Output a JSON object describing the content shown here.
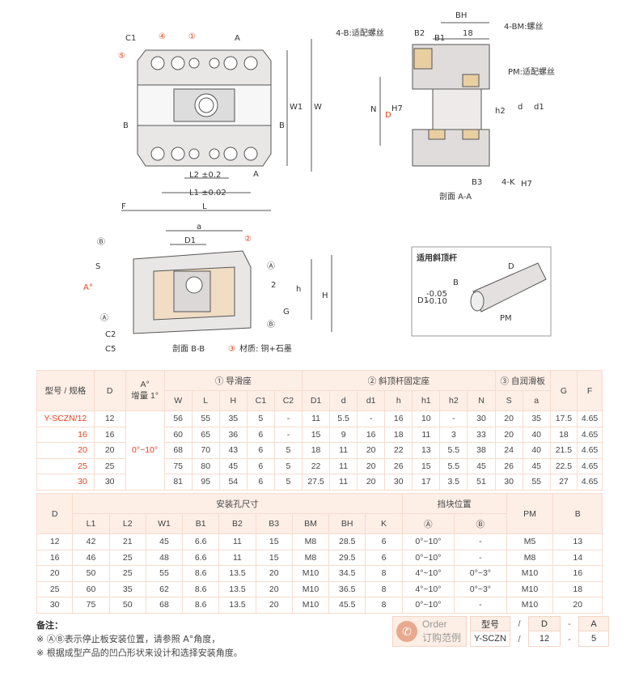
{
  "drawing_top": {
    "labels": {
      "c1": "C1",
      "n4": "④",
      "n1": "①",
      "a_top": "A",
      "n5": "⑤",
      "b_left": "B",
      "b_right": "B",
      "w1": "W1",
      "w": "W",
      "l2": "L2 ±0.2",
      "l1": "L1 ±0.02",
      "a_bottom": "A",
      "f": "F",
      "l": "L"
    }
  },
  "drawing_section_aa": {
    "labels": {
      "bolt_b": "4-B:适配螺丝",
      "b2": "B2",
      "b1": "B1",
      "bh": "BH",
      "dim18": "18",
      "bolt_bm": "4-BM:螺丝",
      "pm": "PM:适配螺丝",
      "n": "N",
      "dh7": "D",
      "h7": "H7",
      "h2": "h2",
      "d": "d",
      "d1": "d1",
      "b3": "B3",
      "k": "4-K",
      "kh7": "H7",
      "caption": "剖面 A-A"
    }
  },
  "drawing_section_bb": {
    "labels": {
      "a": "a",
      "d1": "D1",
      "n2": "②",
      "cb_top": "Ⓑ",
      "s": "S",
      "angle": "A°",
      "ca_left": "Ⓐ",
      "c2": "C2",
      "c5": "C5",
      "ca_right": "Ⓐ",
      "dim2": "2",
      "h": "h",
      "H": "H",
      "g": "G",
      "cb_right": "Ⓑ",
      "caption": "剖面 B-B",
      "n3": "③",
      "material": "材质: 铜+石墨"
    }
  },
  "inset": {
    "title": "适用斜顶杆",
    "d": "D",
    "b": "B",
    "d1": "D1",
    "tol_upper": "-0.05",
    "tol_lower": "-0.10",
    "pm": "PM"
  },
  "table1": {
    "headers": {
      "model": "型号 / 规格",
      "d": "D",
      "angle": "A°",
      "angle2": "增量 1°",
      "group1": "① 导滑座",
      "group2": "② 斜顶杆固定座",
      "group3": "③ 自润滑板",
      "g": "G",
      "f": "F",
      "sub": [
        "W",
        "L",
        "H",
        "C1",
        "C2",
        "D1",
        "d",
        "d1",
        "h",
        "h1",
        "h2",
        "N",
        "S",
        "a"
      ]
    },
    "angle_value": "0°~10°",
    "rows": [
      {
        "model": "Y-SCZN/12",
        "d": "12",
        "vals": [
          "56",
          "55",
          "35",
          "5",
          "-",
          "11",
          "5.5",
          "-",
          "16",
          "10",
          "-",
          "30",
          "20",
          "35",
          "17.5",
          "4.65"
        ]
      },
      {
        "model": "16",
        "d": "16",
        "vals": [
          "60",
          "65",
          "36",
          "6",
          "-",
          "15",
          "9",
          "16",
          "18",
          "11",
          "3",
          "33",
          "20",
          "40",
          "18",
          "4.65"
        ]
      },
      {
        "model": "20",
        "d": "20",
        "vals": [
          "68",
          "70",
          "43",
          "6",
          "5",
          "18",
          "11",
          "20",
          "22",
          "13",
          "5.5",
          "38",
          "24",
          "40",
          "21.5",
          "4.65"
        ]
      },
      {
        "model": "25",
        "d": "25",
        "vals": [
          "75",
          "80",
          "45",
          "6",
          "5",
          "22",
          "11",
          "20",
          "26",
          "15",
          "5.5",
          "45",
          "26",
          "45",
          "22.5",
          "4.65"
        ]
      },
      {
        "model": "30",
        "d": "30",
        "vals": [
          "81",
          "95",
          "54",
          "6",
          "5",
          "27.5",
          "11",
          "20",
          "30",
          "17",
          "3.5",
          "51",
          "30",
          "55",
          "27",
          "4.65"
        ]
      }
    ]
  },
  "table2": {
    "headers": {
      "d": "D",
      "group1": "安装孔尺寸",
      "group2": "挡块位置",
      "pm": "PM",
      "b": "B",
      "sub": [
        "L1",
        "L2",
        "W1",
        "B1",
        "B2",
        "B3",
        "BM",
        "BH",
        "K",
        "Ⓐ",
        "Ⓑ"
      ]
    },
    "rows": [
      [
        "12",
        "42",
        "21",
        "45",
        "6.6",
        "11",
        "15",
        "M8",
        "28.5",
        "6",
        "0°~10°",
        "-",
        "M5",
        "13"
      ],
      [
        "16",
        "46",
        "25",
        "48",
        "6.6",
        "11",
        "15",
        "M8",
        "29.5",
        "6",
        "0°~10°",
        "-",
        "M8",
        "14"
      ],
      [
        "20",
        "50",
        "25",
        "55",
        "8.6",
        "13.5",
        "20",
        "M10",
        "34.5",
        "8",
        "4°~10°",
        "0°~3°",
        "M10",
        "16"
      ],
      [
        "25",
        "60",
        "35",
        "62",
        "8.6",
        "13.5",
        "20",
        "M10",
        "36.5",
        "8",
        "4°~10°",
        "0°~3°",
        "M10",
        "18"
      ],
      [
        "30",
        "75",
        "50",
        "68",
        "8.6",
        "13.5",
        "20",
        "M10",
        "45.5",
        "8",
        "0°~10°",
        "-",
        "M10",
        "20"
      ]
    ]
  },
  "notes": {
    "title": "备注：",
    "lines": [
      "※ ⒶⒷ表示停止板安装位置，请参照 A°角度，",
      "※ 根据成型产品的凹凸形状来设计和选择安装角度。"
    ]
  },
  "order": {
    "label_en": "Order",
    "label_cn": "订购范例",
    "icon": "phone-icon",
    "cols": [
      {
        "h": "型号",
        "v": "Y-SCZN"
      },
      {
        "h": "D",
        "v": "12"
      },
      {
        "h": "A",
        "v": "5"
      }
    ],
    "seps": [
      "/",
      "-"
    ]
  },
  "colors": {
    "accent": "#e8401c",
    "header_bg": "#fdeee6",
    "border": "#f6dccf"
  }
}
